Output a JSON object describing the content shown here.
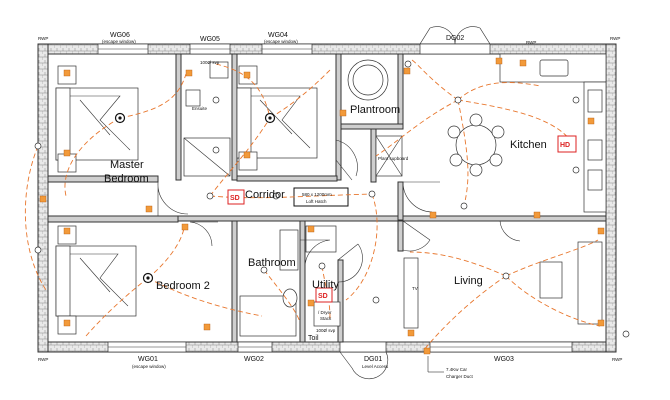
{
  "rooms": {
    "master_bedroom_line1": "Master",
    "master_bedroom_line2": "Bedroom",
    "corridor": "Corridor",
    "plantroom": "Plantroom",
    "kitchen": "Kitchen",
    "bedroom2": "Bedroom 2",
    "bathroom": "Bathroom",
    "utility": "Utility",
    "living": "Living",
    "ensuite": "Ensuite",
    "wc": "Toil"
  },
  "windows": {
    "wg06": "WG06",
    "wg06_note": "(escape window)",
    "wg05": "WG05",
    "wg04": "WG04",
    "wg04_note": "(escape window)",
    "dg02": "DG02",
    "wg01": "WG01",
    "wg01_note": "(escape window)",
    "wg02": "WG02",
    "dg01": "DG01",
    "dg01_note": "Level Access",
    "wg03": "WG03"
  },
  "rwp": [
    "RWP",
    "RWP",
    "RWP",
    "RWP",
    "RWP"
  ],
  "pipe_label_top": "100Ø svp",
  "pipe_label_bottom": "100Ø svp",
  "loft_hatch_line1": "580 x 1200mm",
  "loft_hatch_line2": "Loft Hatch",
  "dryer_block_line1": "/ Dryer",
  "dryer_block_line2": "Stack",
  "plant_cupboard": "Plant cupboard",
  "tv_label": "TV",
  "ev_charger_line1": "7.4Kw Car",
  "ev_charger_line2": "Charger Duct",
  "detectors": {
    "sd1": "SD",
    "sd2": "SD",
    "hd": "HD"
  },
  "colors": {
    "wiring": "#e8772e",
    "socket": "#f29a3a",
    "detector": "#dd2222"
  }
}
